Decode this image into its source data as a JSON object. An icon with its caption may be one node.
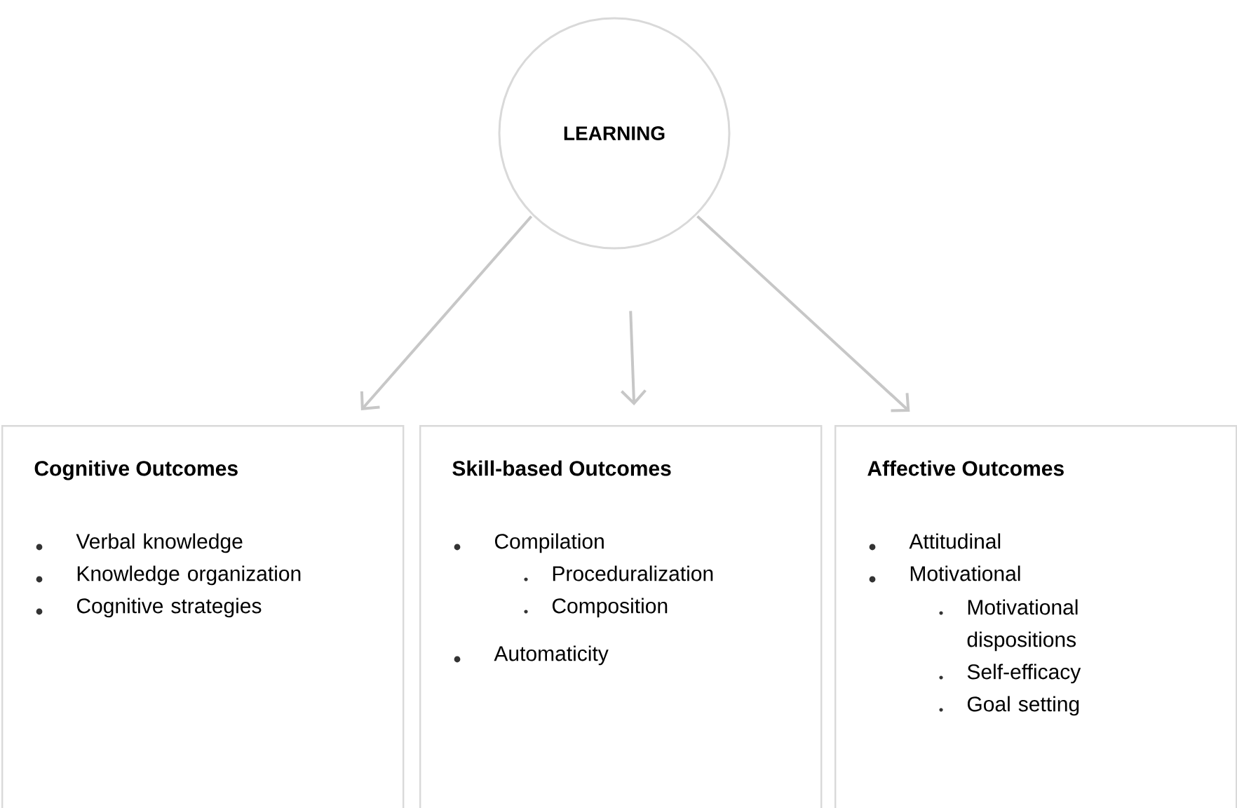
{
  "diagram": {
    "nodes": [
      {
        "text": [
          "LEARNING"
        ]
      },
      {
        "text": [
          "Cognitive Outcomes",
          "Verbal knowledge",
          "Knowledge organization",
          "Cognitive strategies"
        ]
      },
      {
        "text": [
          "Skill-based Outcomes",
          "Compilation",
          "Proceduralization",
          "Composition",
          "Automaticity"
        ]
      },
      {
        "text": [
          "Affective Outcomes",
          "Attitudinal",
          "Motivational",
          "Motivational dispositions",
          "Self-efficacy",
          "Goal setting"
        ]
      }
    ],
    "edges": [
      {
        "from": 0,
        "to": 1,
        "arrow": "to"
      },
      {
        "from": 0,
        "to": 2,
        "arrow": "to"
      },
      {
        "from": 0,
        "to": 3,
        "arrow": "to"
      }
    ]
  }
}
